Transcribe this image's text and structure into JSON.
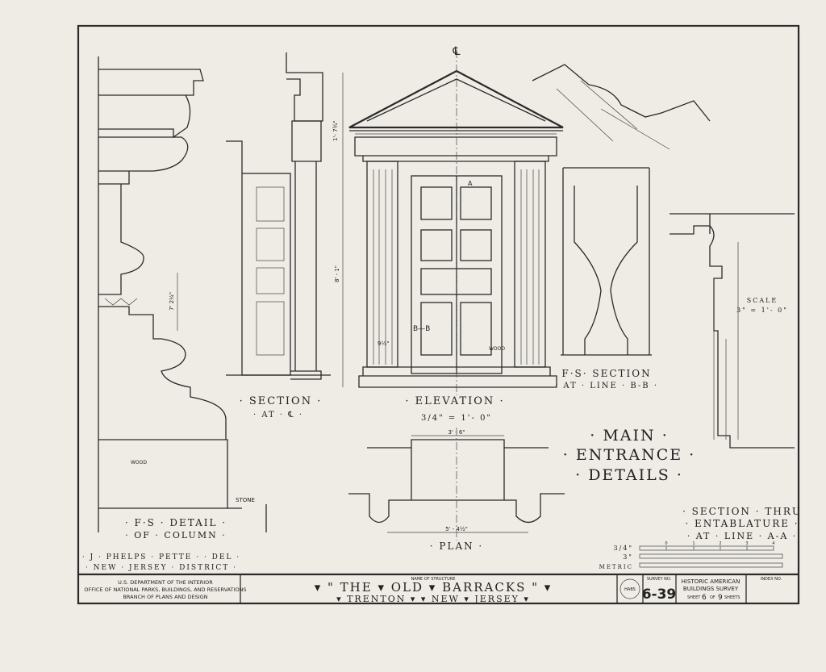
{
  "drawing": {
    "centerline_mark": "℄",
    "labels": {
      "section_cl": "· SECTION ·",
      "section_cl_sub": "· AT · ℄ ·",
      "elevation": "· ELEVATION ·",
      "elevation_scale": "3/4\" = 1'- 0\"",
      "fs_section": "F·S· SECTION",
      "fs_section_sub": "· AT · LINE · B-B ·",
      "main_title_1": "· MAIN ·",
      "main_title_2": "· ENTRANCE ·",
      "main_title_3": "· DETAILS ·",
      "scale": "SCALE",
      "scale_value": "3\" = 1'- 0\"",
      "fs_detail": "· F·S · DETAIL ·",
      "fs_detail_sub": "· OF · COLUMN ·",
      "plan": "· PLAN ·",
      "section_entab_1": "· SECTION · THRU",
      "section_entab_2": "· ENTABLATURE ·",
      "section_entab_3": "· AT · LINE · A-A ·",
      "wood_1": "WOOD",
      "wood_2": "WOOD",
      "stone": "STONE",
      "line_a": "A",
      "line_b": "B—B",
      "dim_height": "8' - 1\"",
      "dim_plan_top": "3' - 6\"",
      "dim_plan_bottom": "5' - 4½\"",
      "dim_pediment": "1'- 7¾\"",
      "dim_column": "7' 2¼\"",
      "dim_base": "9½\""
    },
    "credits": [
      "· J · PHELPS · PETTE · · DEL ·",
      "· NEW · JERSEY · DISTRICT ·"
    ],
    "scale_bar": {
      "rows": [
        "3/4\"",
        "3\"",
        "METRIC"
      ],
      "ticks": [
        "0",
        "1",
        "2",
        "3",
        "4"
      ]
    }
  },
  "title_block": {
    "agency_1": "U.S. DEPARTMENT OF THE INTERIOR",
    "agency_2": "OFFICE OF NATIONAL PARKS, BUILDINGS, AND RESERVATIONS",
    "agency_3": "BRANCH OF PLANS AND DESIGN",
    "name_label": "NAME OF STRUCTURE",
    "structure_name": "▾ \" THE ▾ OLD ▾ BARRACKS \" ▾",
    "location": "▾ TRENTON ▾ ▾ NEW ▾ JERSEY ▾",
    "seal": "HABS",
    "survey_label": "SURVEY NO.",
    "survey_no": "6-39",
    "habs_1": "HISTORIC AMERICAN",
    "habs_2": "BUILDINGS SURVEY",
    "sheet_label": "SHEET",
    "sheet_no": "6",
    "of_label": "OF",
    "sheet_total": "9",
    "sheets_label": "SHEETS",
    "index_label": "INDEX NO."
  }
}
